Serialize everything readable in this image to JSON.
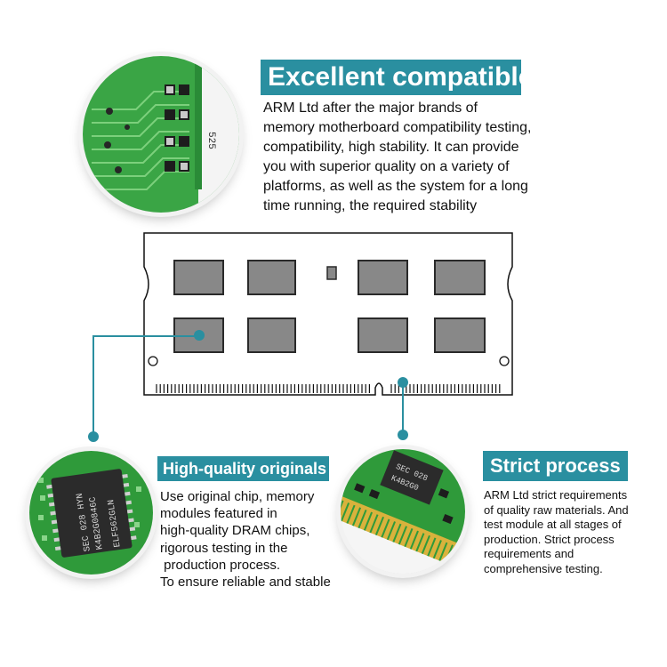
{
  "colors": {
    "accent": "#2a8fa0",
    "pcb_green": "#2f9a3a",
    "chip": "#2a2a2a",
    "gold_pin": "#d9b23c"
  },
  "compatible": {
    "title": "Excellent compatible",
    "lines": [
      "ARM Ltd after the major brands of",
      "memory motherboard compatibility testing,",
      "compatibility, high stability. It can provide",
      "you with superior quality on a variety of",
      "platforms, as well as the system for a long",
      "time running, the required stability"
    ]
  },
  "originals": {
    "title": "High-quality originals",
    "lines": [
      "Use original chip, memory",
      "modules featured in",
      "high-quality DRAM chips,",
      "rigorous testing in the",
      " production process.",
      "To ensure reliable and stable"
    ]
  },
  "process": {
    "title": "Strict process",
    "lines": [
      "ARM Ltd strict requirements",
      "of quality raw materials. And",
      "test module at all stages of",
      "production. Strict process",
      "requirements and",
      "comprehensive testing."
    ]
  },
  "photos": {
    "top_label": "525",
    "chip_left_lines": [
      "SEC 028 HYN",
      "K4B2G0846C",
      "ELF562GLN"
    ],
    "chip_right_lines": [
      "SEC 028",
      "K4B2G0"
    ]
  }
}
